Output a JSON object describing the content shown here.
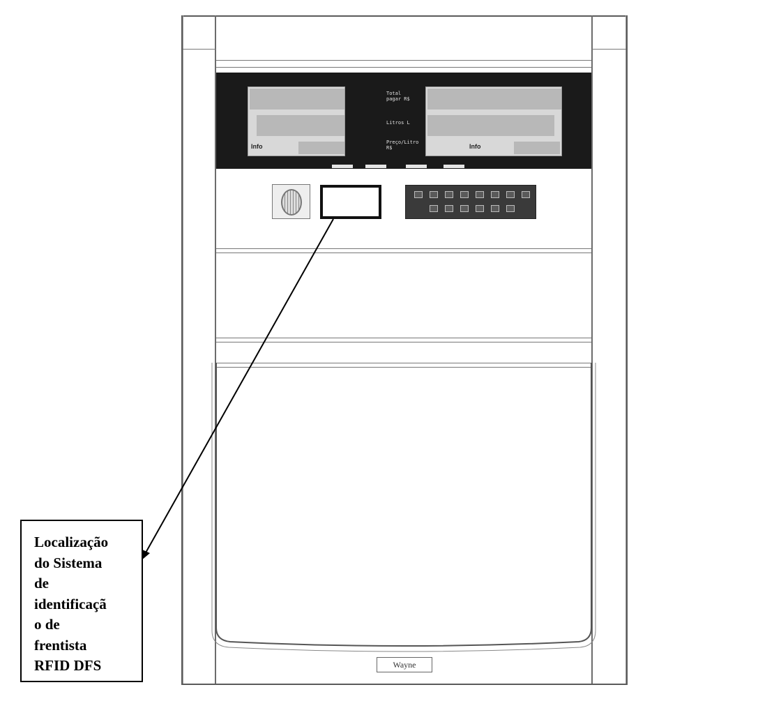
{
  "callout": {
    "lines": [
      "Localização",
      "do Sistema",
      "de",
      "identificaçã",
      "o de",
      "frentista",
      "RFID DFS"
    ]
  },
  "display": {
    "center_labels": [
      "Total\npagar R$",
      "Litros L",
      "Preço/Litro R$"
    ],
    "brand_left": "Info",
    "brand_right": "Info"
  },
  "brand_plate": "Wayne",
  "colors": {
    "display_background": "#1a1a1a",
    "keypad_background": "#3a3a3a",
    "line": "#000000"
  },
  "icons": {
    "speaker": "speaker-grille-icon",
    "arrow": "arrow-head-icon"
  }
}
